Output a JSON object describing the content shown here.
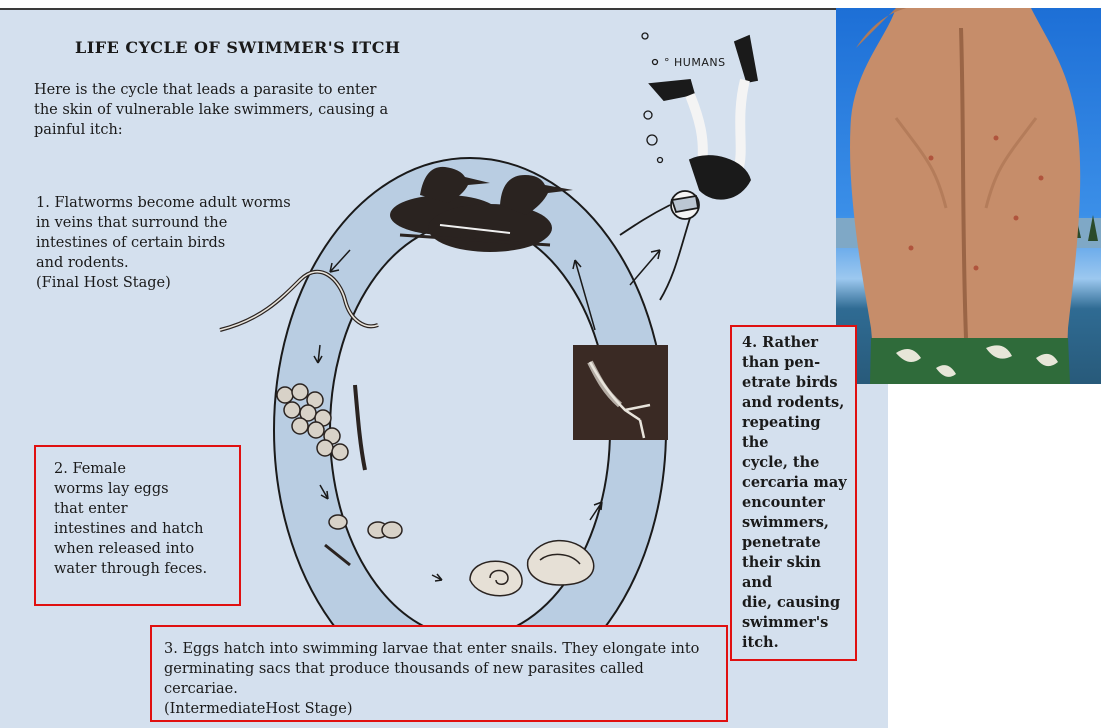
{
  "diagram": {
    "title": "LIFE CYCLE OF SWIMMER'S ITCH",
    "intro": "Here is the cycle that leads a parasite to enter the skin of vulnerable lake swimmers, causing a painful itch:",
    "step1": {
      "lines": [
        "1. Flatworms become adult worms",
        "in veins that surround the",
        "intestines of certain birds",
        "and rodents.",
        "(Final Host Stage)"
      ]
    },
    "step2": {
      "lines": [
        "2. Female",
        "worms lay eggs",
        "that enter",
        "intestines and hatch",
        "when released into",
        "water through feces."
      ]
    },
    "step3": {
      "lines": [
        "3. Eggs hatch into swimming larvae that enter snails. They elongate into",
        "germinating sacs that produce thousands of new parasites called cercariae.",
        "(IntermediateHost Stage)"
      ]
    },
    "step4": {
      "lines": [
        "4. Rather",
        "than pen-",
        "etrate birds",
        "and rodents,",
        "repeating the",
        "cycle, the",
        "cercaria may",
        "encounter",
        "swimmers,",
        "penetrate",
        "their skin and",
        "die, causing",
        "swimmer's",
        "itch."
      ]
    },
    "humans_label": "HUMANS",
    "colors": {
      "panel": "#d4e0ee",
      "ring": "#b9cde2",
      "highlight_box": "#e01010",
      "ink": "#1a1a1a"
    },
    "icons": [
      "loon-birds",
      "worm",
      "egg-cluster",
      "larvae",
      "snail-shells",
      "cercaria-panel",
      "snorkel-diver",
      "bubbles"
    ]
  }
}
